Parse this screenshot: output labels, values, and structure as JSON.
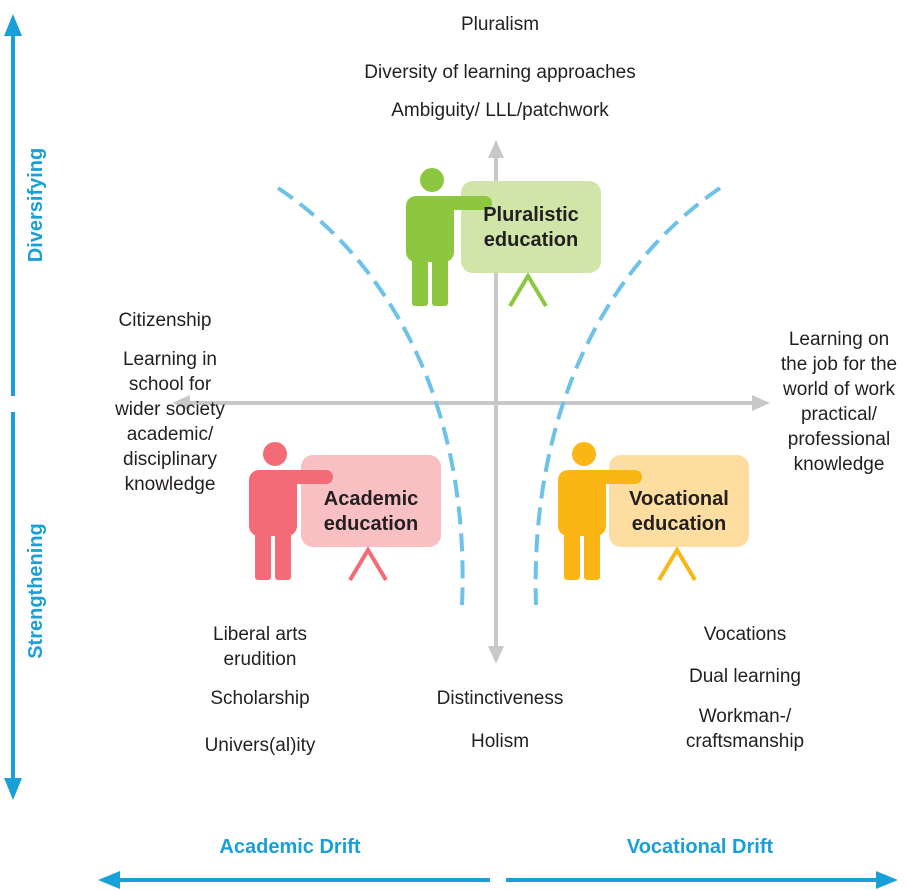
{
  "top_labels": [
    "Pluralism",
    "Diversity of learning approaches",
    "Ambiguity/ LLL/patchwork"
  ],
  "left_labels": {
    "citizenship": "Citizenship",
    "learning_school": [
      "Learning in",
      "school for",
      "wider society",
      "academic/",
      "disciplinary",
      "knowledge"
    ]
  },
  "right_labels": [
    "Learning on",
    "the job for the",
    "world of work",
    "practical/",
    "professional",
    "knowledge"
  ],
  "bottom_left_labels": {
    "liberal_arts": [
      "Liberal arts",
      "erudition"
    ],
    "scholarship": "Scholarship",
    "universality": "Univers(al)ity"
  },
  "bottom_center_labels": [
    "Distinctiveness",
    "Holism"
  ],
  "bottom_right_labels": {
    "vocations": "Vocations",
    "dual_learning": "Dual learning",
    "craftsmanship": [
      "Workman-/",
      "craftsmanship"
    ]
  },
  "boards": {
    "pluralistic": {
      "lines": [
        "Pluralistic",
        "education"
      ],
      "color": "#8dc63f",
      "fill": "#cfe6a8"
    },
    "academic": {
      "lines": [
        "Academic",
        "education"
      ],
      "color": "#f26b77",
      "fill": "#f9c0c4"
    },
    "vocational": {
      "lines": [
        "Vocational",
        "education"
      ],
      "color": "#fbb615",
      "fill": "#fddea0"
    }
  },
  "side_axis": {
    "top": "Diversifying",
    "bottom": "Strengthening"
  },
  "bottom_axis": {
    "left": "Academic Drift",
    "right": "Vocational Drift"
  },
  "colors": {
    "accent_blue": "#1aa0d8",
    "dashed_blue": "#6cc2e8",
    "axis_grey": "#c8c8c8"
  }
}
